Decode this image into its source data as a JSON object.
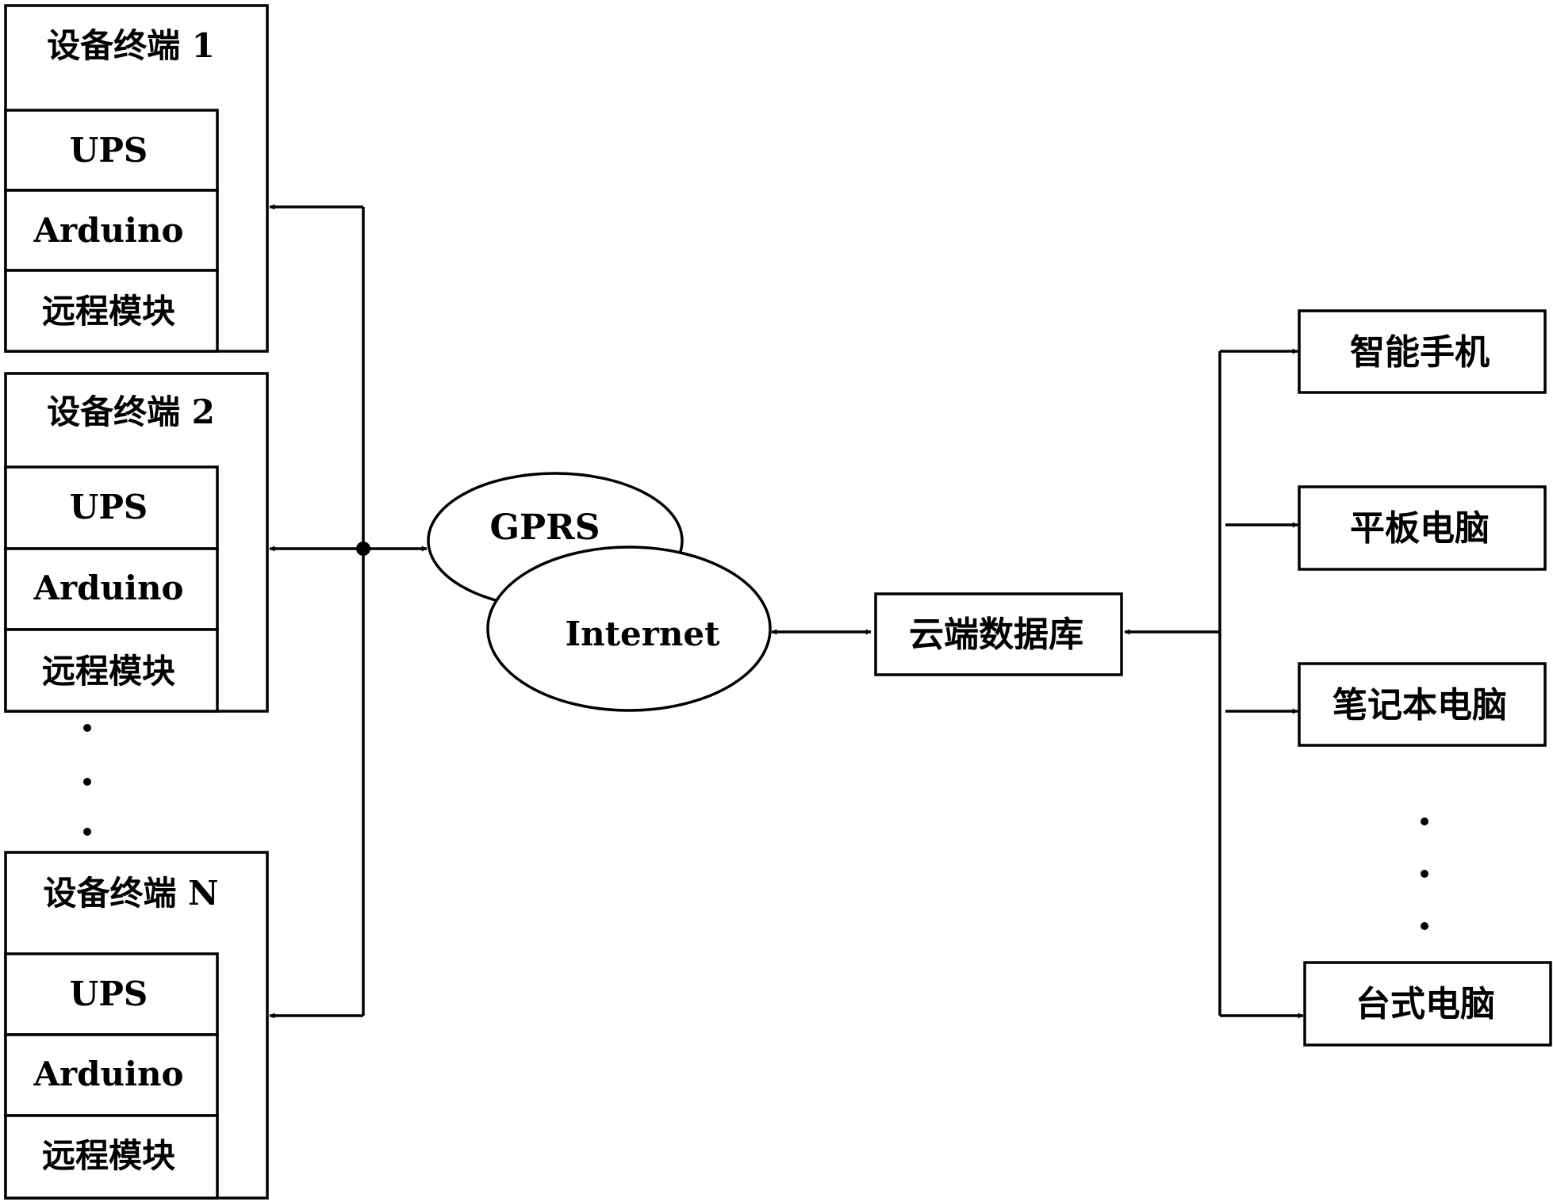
{
  "terminals": [
    {
      "title": "设备终端 1",
      "modules": [
        "UPS",
        "Arduino",
        "远程模块"
      ]
    },
    {
      "title": "设备终端 2",
      "modules": [
        "UPS",
        "Arduino",
        "远程模块"
      ]
    },
    {
      "title": "设备终端 N",
      "modules": [
        "UPS",
        "Arduino",
        "远程模块"
      ]
    }
  ],
  "network": {
    "gprs": "GPRS",
    "internet": "Internet"
  },
  "cloud": {
    "label": "云端数据库"
  },
  "clients": [
    "智能手机",
    "平板电脑",
    "笔记本电脑",
    "台式电脑"
  ],
  "colors": {
    "stroke": "#000000",
    "background": "#ffffff"
  }
}
